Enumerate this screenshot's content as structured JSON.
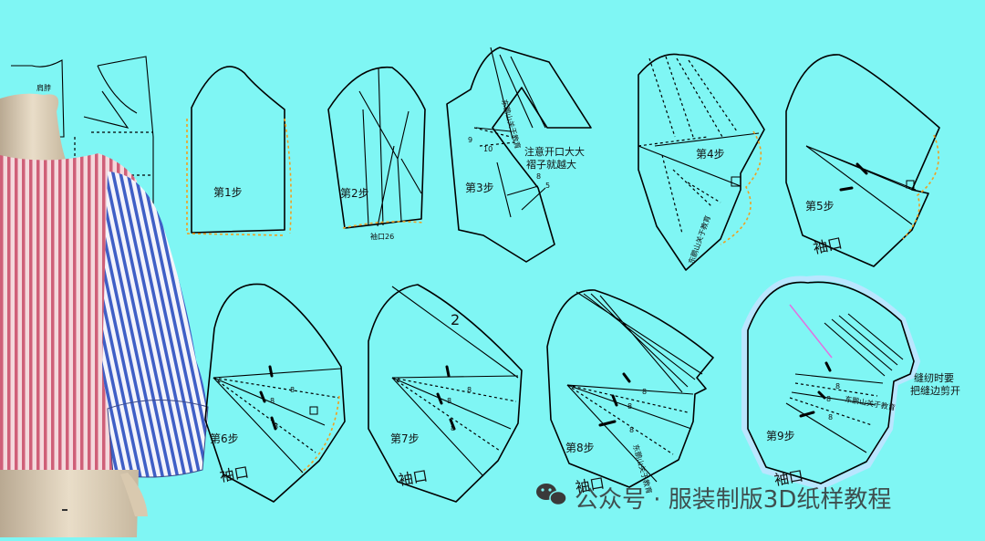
{
  "colors": {
    "background": "#7ff6f4",
    "guide": "#f0a020",
    "line": "#000000"
  },
  "labels": {
    "neck_mark": "肩脖",
    "step1": "第1步",
    "step2": "第2步",
    "cuff26": "袖口26",
    "step3": "第3步",
    "note3_a": "注意开口大大",
    "note3_b": "褶子就越大",
    "small3": "东鹏山关于教育",
    "num8": "8",
    "num9": "9",
    "num10": "10",
    "num5": "5",
    "step4": "第4步",
    "small4": "东鹏山关于教育",
    "step5": "第5步",
    "cuff": "袖口",
    "step6": "第6步",
    "step7": "第7步",
    "num2": "2",
    "step8": "第8步",
    "small8": "东鹏山关于教育",
    "step9": "第9步",
    "note9_a": "缝纫时要",
    "note9_b": "把缝边剪开",
    "small9": "东鹏山关于教育"
  },
  "watermark": {
    "text": "公众号 · 服装制版3D纸样教程",
    "icon": "wechat-icon"
  }
}
